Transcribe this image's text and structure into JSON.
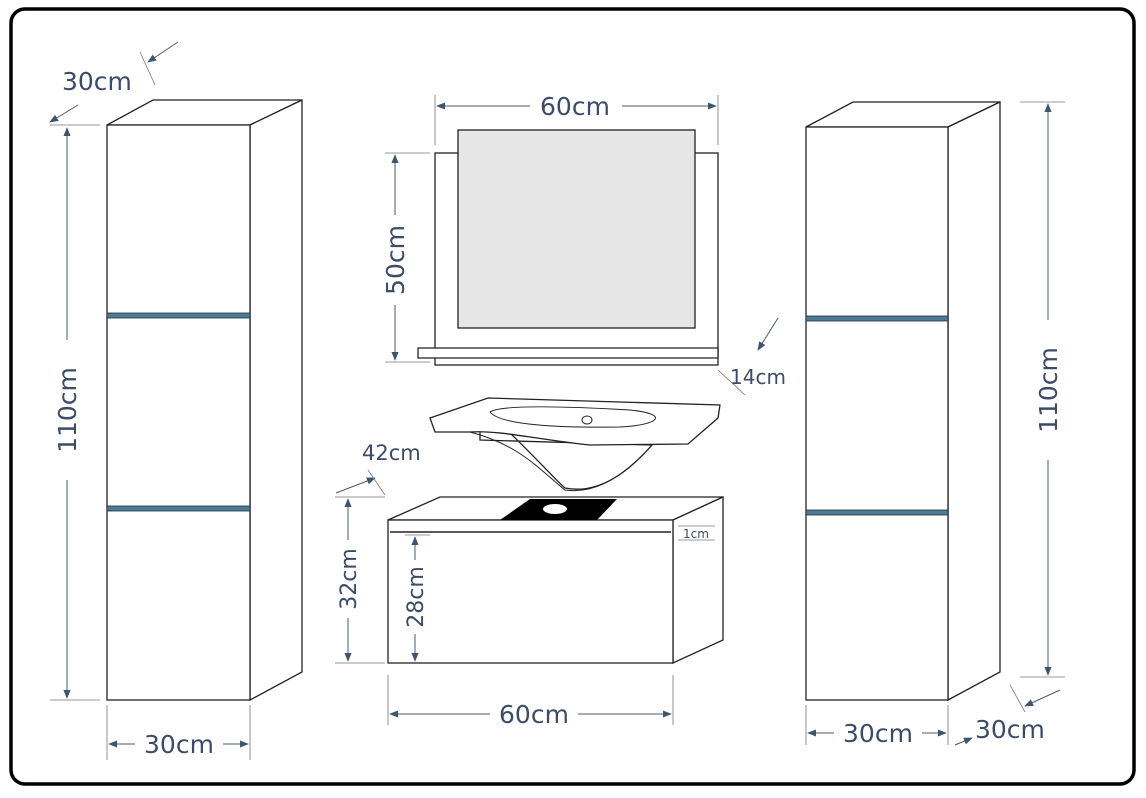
{
  "diagram": {
    "title": "Bathroom furniture set dimensions",
    "left_cabinet": {
      "depth": "30cm",
      "height": "110cm",
      "width": "30cm"
    },
    "mirror": {
      "width": "60cm",
      "height": "50cm",
      "shelf_depth": "14cm"
    },
    "vanity": {
      "depth": "42cm",
      "height": "32cm",
      "drawer_height": "28cm",
      "top_thickness": "1cm",
      "width": "60cm"
    },
    "right_cabinet": {
      "height": "110cm",
      "width": "30cm",
      "depth": "30cm"
    },
    "colors": {
      "dimension": "#3c4c68",
      "seam": "#4d7a94"
    }
  }
}
